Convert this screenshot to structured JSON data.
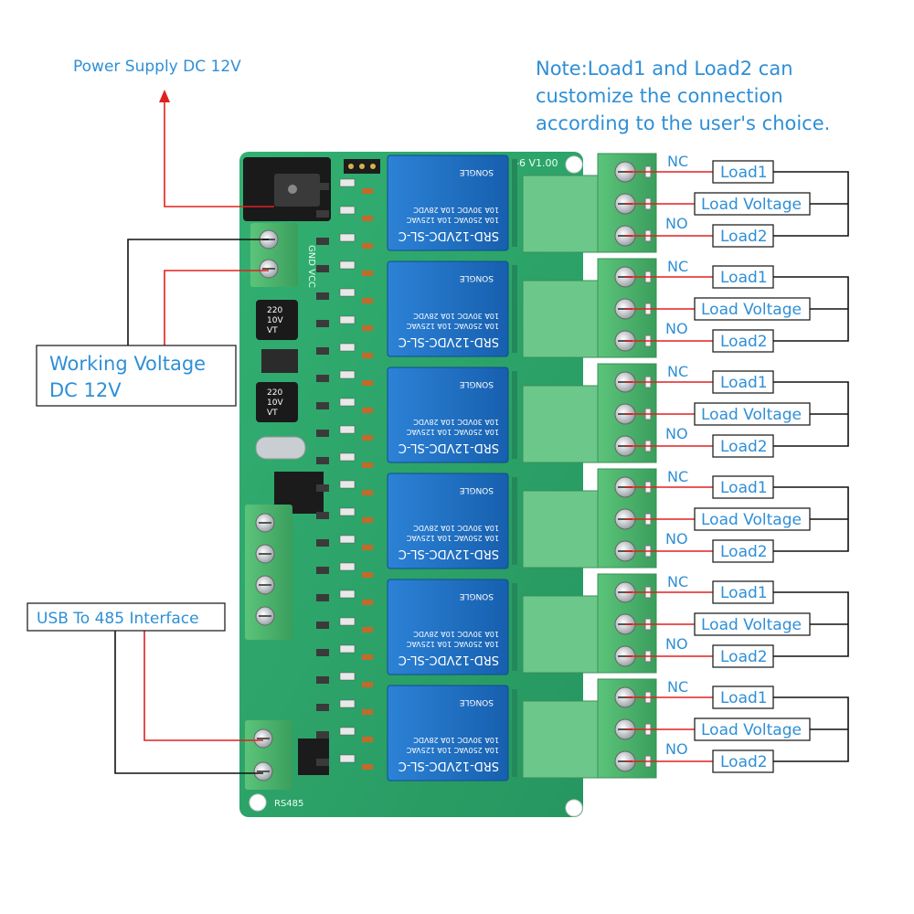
{
  "annotations": {
    "power_supply": "Power Supply DC 12V",
    "note_lines": [
      "Note:Load1 and Load2 can",
      "customize the connection",
      "according to the user's choice."
    ],
    "working_voltage_lines": [
      "Working Voltage",
      "DC 12V"
    ],
    "usb_485": "USB To 485 Interface"
  },
  "terminal_labels": {
    "nc": "NC",
    "no": "NO",
    "load1": "Load1",
    "load_voltage": "Load Voltage",
    "load2": "Load2"
  },
  "relay_count": 6,
  "board": {
    "version_text": "-6  V1.00",
    "side_text": "GND VCC",
    "cap_lines": [
      "220",
      "10V",
      "VT"
    ],
    "relay_lines": [
      "SRD-12VDC-SL-C",
      "10A 250VAC  10A 125VAC",
      "10A 30VDC  10A 28VDC",
      "SONGLE"
    ],
    "bottom_text": "RS485"
  },
  "colors": {
    "pcb": "#2fa86a",
    "relay": "#1c6fc2",
    "terminal": "#4fb86e",
    "annotation": "#2f8fd6",
    "wire_red": "#e02020"
  }
}
